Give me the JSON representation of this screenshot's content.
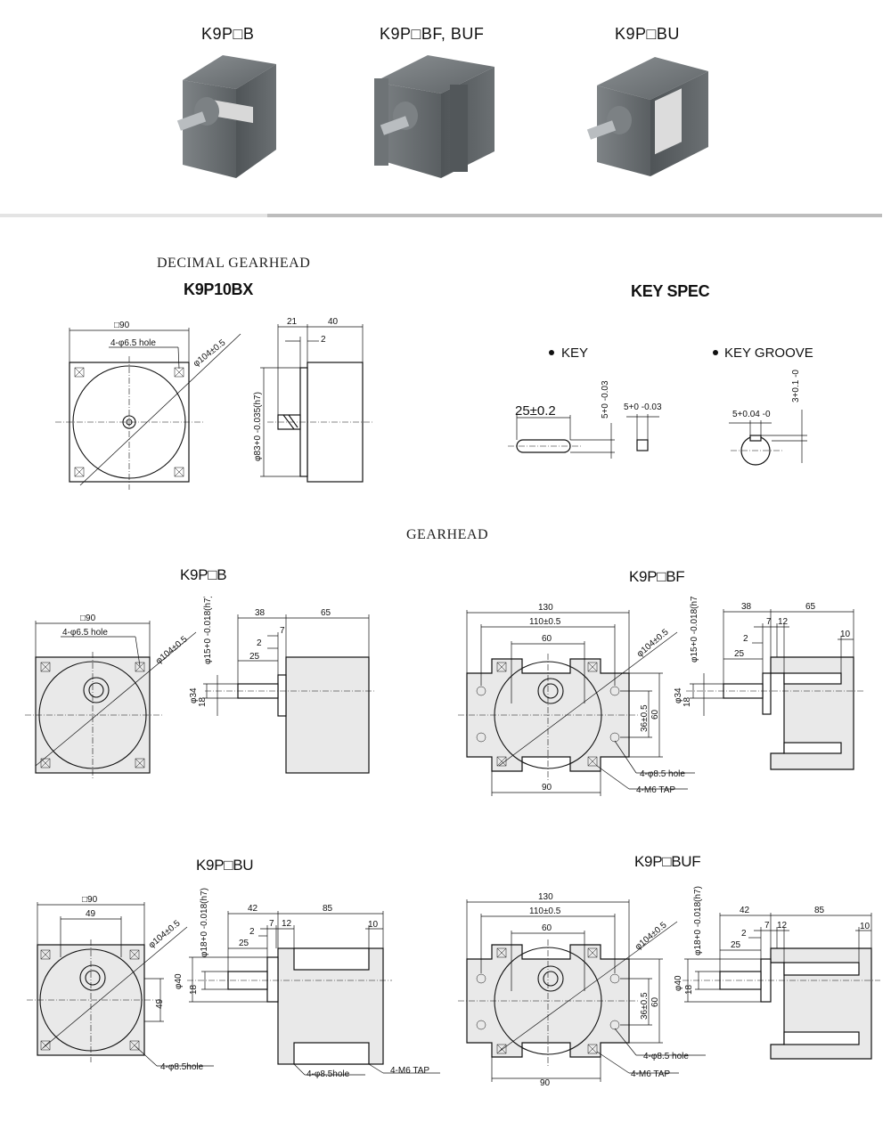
{
  "products": [
    {
      "label": "K9P□B"
    },
    {
      "label": "K9P□BF, BUF"
    },
    {
      "label": "K9P□BU"
    }
  ],
  "decimal": {
    "section": "DECIMAL GEARHEAD",
    "model": "K9P10BX",
    "front": {
      "square": "□90",
      "holes": "4-φ6.5 hole",
      "pcd": "φ104±0.5"
    },
    "side": {
      "d1": "21",
      "d2": "40",
      "d3": "2",
      "shaft": "φ83+0 -0.035(h7)"
    }
  },
  "keyspec": {
    "title": "KEY SPEC",
    "key_label": "KEY",
    "groove_label": "KEY GROOVE",
    "key_len": "25±0.2",
    "key_h": "5+0 -0.03",
    "key_w": "5+0 -0.03",
    "groove_w": "5+0.04 -0",
    "groove_d": "3+0.1 -0"
  },
  "gearhead": {
    "section": "GEARHEAD",
    "b": {
      "model": "K9P□B",
      "square": "□90",
      "holes": "4-φ6.5 hole",
      "pcd": "φ104±0.5",
      "shaft": "φ15+0 -0.018(h7)",
      "hub": "φ34",
      "key": "18",
      "d38": "38",
      "d65": "65",
      "d7": "7",
      "d2": "2",
      "d25": "25"
    },
    "bf": {
      "model": "K9P□BF",
      "w130": "130",
      "w110": "110±0.5",
      "w60": "60",
      "w90": "90",
      "pcd": "φ104±0.5",
      "h36": "36±0.5",
      "h60": "60",
      "holes": "4-φ8.5 hole",
      "tap": "4-M6 TAP",
      "shaft": "φ15+0 -0.018(h7)",
      "hub": "φ34",
      "key": "18",
      "d38": "38",
      "d65": "65",
      "d7": "7",
      "d12": "12",
      "d2": "2",
      "d25": "25",
      "d10": "10"
    },
    "bu": {
      "model": "K9P□BU",
      "square": "□90",
      "w49": "49",
      "h49": "49",
      "pcd": "φ104±0.5",
      "holes": "4-φ8.5hole",
      "holes2": "4-φ8.5hole",
      "tap": "4-M6 TAP",
      "shaft": "φ18+0 -0.018(h7)",
      "hub": "φ40",
      "key": "18",
      "d42": "42",
      "d85": "85",
      "d7": "7",
      "d12": "12",
      "d2": "2",
      "d25": "25",
      "d10": "10"
    },
    "buf": {
      "model": "K9P□BUF",
      "w130": "130",
      "w110": "110±0.5",
      "w60": "60",
      "w90": "90",
      "pcd": "φ104±0.5",
      "h36": "36±0.5",
      "h60": "60",
      "holes": "4-φ8.5 hole",
      "tap": "4-M6 TAP",
      "shaft": "φ18+0 -0.018(h7)",
      "hub": "φ40",
      "key": "18",
      "d42": "42",
      "d85": "85",
      "d7": "7",
      "d12": "12",
      "d2": "2",
      "d25": "25",
      "d10": "10"
    }
  }
}
